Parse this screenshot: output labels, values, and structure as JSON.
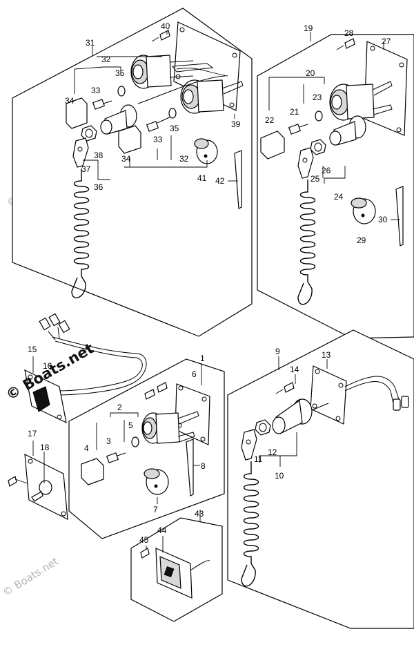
{
  "callouts": {
    "n1": "1",
    "n2": "2",
    "n3": "3",
    "n4": "4",
    "n5": "5",
    "n6": "6",
    "n7": "7",
    "n8": "8",
    "n9": "9",
    "n10": "10",
    "n11": "11",
    "n12": "12",
    "n13": "13",
    "n14": "14",
    "n15": "15",
    "n16": "16",
    "n17": "17",
    "n18": "18",
    "n19": "19",
    "n20": "20",
    "n21": "21",
    "n22": "22",
    "n23": "23",
    "n24": "24",
    "n25": "25",
    "n26": "26",
    "n27": "27",
    "n28": "28",
    "n29": "29",
    "n30": "30",
    "n31": "31",
    "n32": "32",
    "n33": "33",
    "n34": "34",
    "n35": "35",
    "n36": "36",
    "n37": "37",
    "n38": "38",
    "n39": "39",
    "n40": "40",
    "n41": "41",
    "n42": "42",
    "n43": "43",
    "n44": "44",
    "n45": "45"
  },
  "watermarks": {
    "dark": "© Boats.net",
    "light": "© Boats.net"
  },
  "colors": {
    "line": "#000000",
    "background": "#ffffff",
    "watermark": "#b4b4b4"
  }
}
